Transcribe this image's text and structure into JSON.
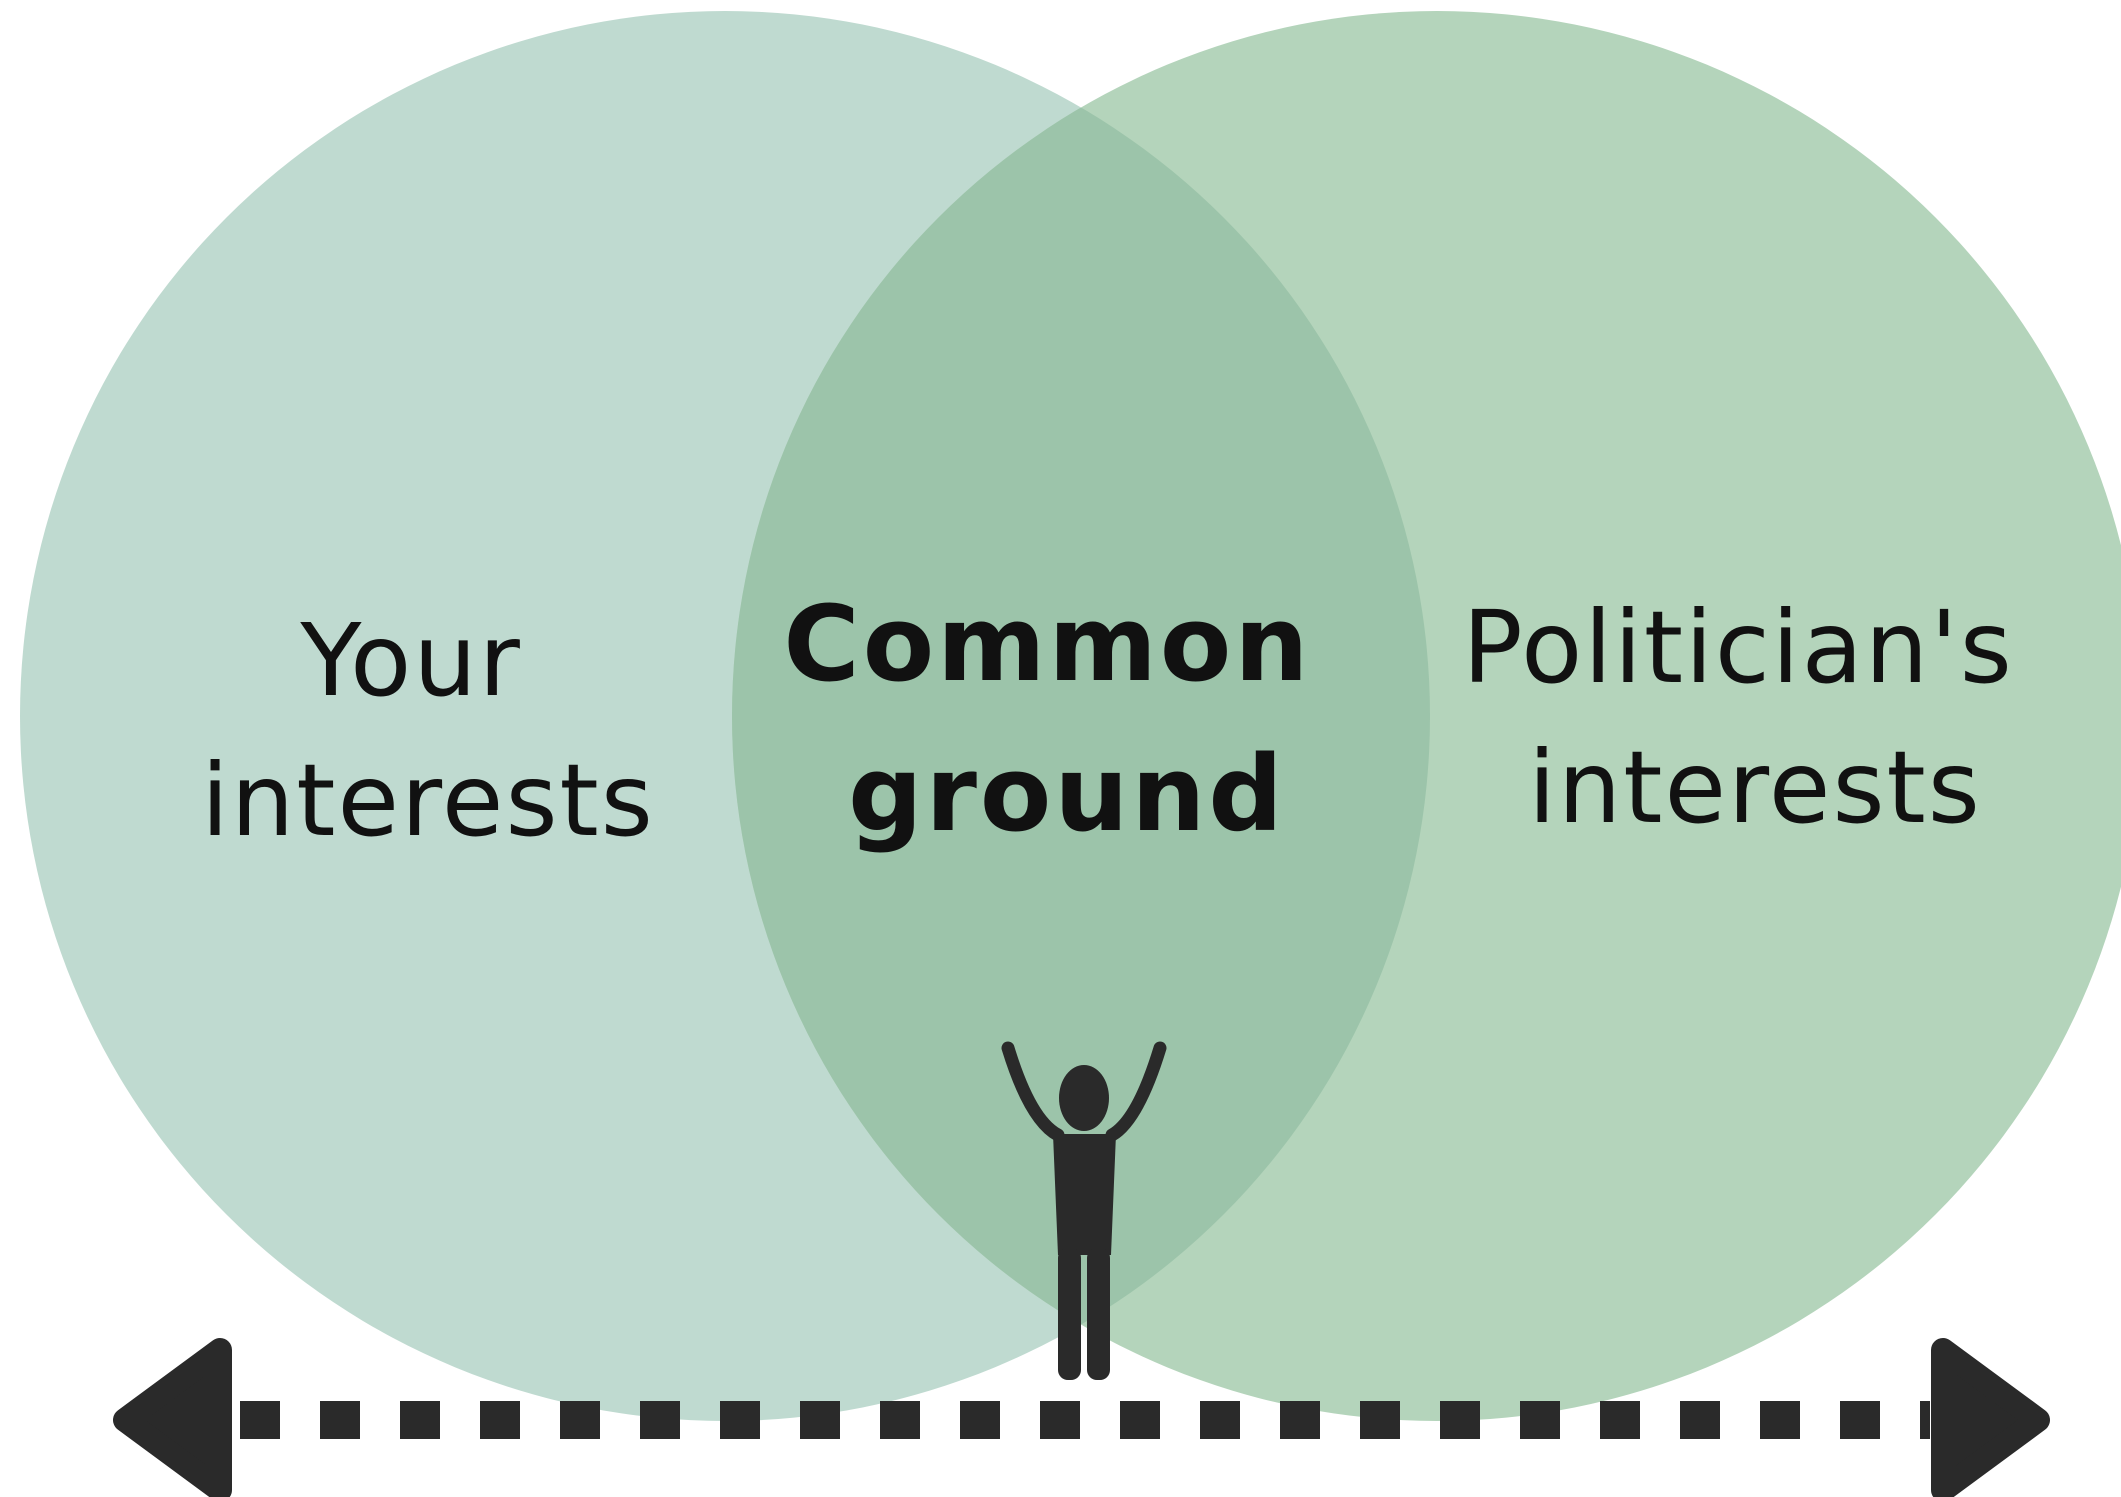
{
  "venn": {
    "left_label": [
      "Your",
      "interests"
    ],
    "center_label": [
      "Common",
      "ground"
    ],
    "right_label": [
      "Politician's",
      "interests"
    ]
  },
  "colors": {
    "left_circle": "#bfdad0",
    "right_circle": "#b4d4bb",
    "overlap": "#9cc4aa",
    "ink": "#2a2a2a",
    "text": "#111111"
  },
  "icons": {
    "figure": "person-arms-raised-icon",
    "left_arrow": "arrow-left-icon",
    "right_arrow": "arrow-right-icon"
  }
}
